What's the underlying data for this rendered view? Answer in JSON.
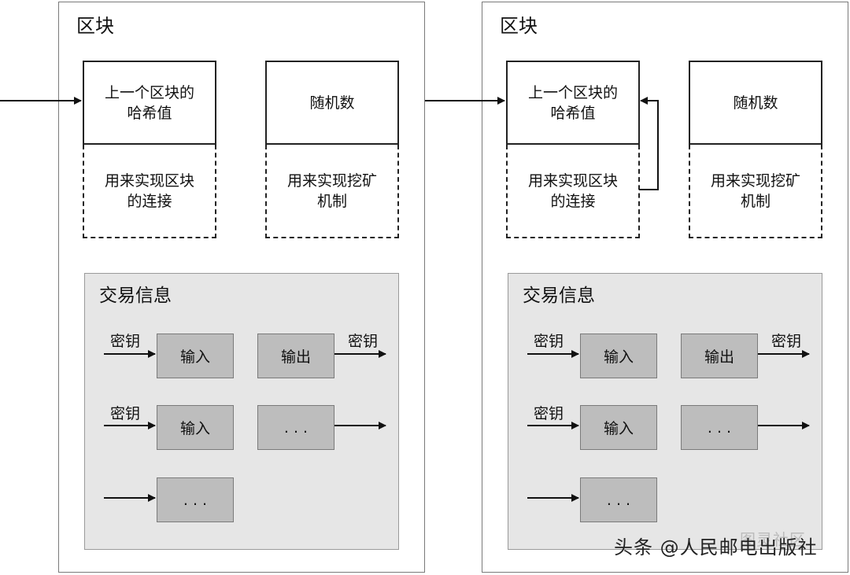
{
  "blocks": [
    {
      "title": "区块",
      "prev_hash": {
        "label": "上一个区块的\n哈希值",
        "desc": "用来实现区块\n的连接"
      },
      "nonce": {
        "label": "随机数",
        "desc": "用来实现挖矿\n机制"
      },
      "txn": {
        "title": "交易信息",
        "key_label": "密钥",
        "input_label": "输入",
        "output_label": "输出",
        "ellipsis": ". . ."
      }
    },
    {
      "title": "区块",
      "prev_hash": {
        "label": "上一个区块的\n哈希值",
        "desc": "用来实现区块\n的连接"
      },
      "nonce": {
        "label": "随机数",
        "desc": "用来实现挖矿\n机制"
      },
      "txn": {
        "title": "交易信息",
        "key_label": "密钥",
        "input_label": "输入",
        "output_label": "输出",
        "ellipsis": ". . ."
      }
    }
  ],
  "watermark": {
    "publisher": "头条 @人民邮电出版社",
    "community": "图灵社区"
  }
}
